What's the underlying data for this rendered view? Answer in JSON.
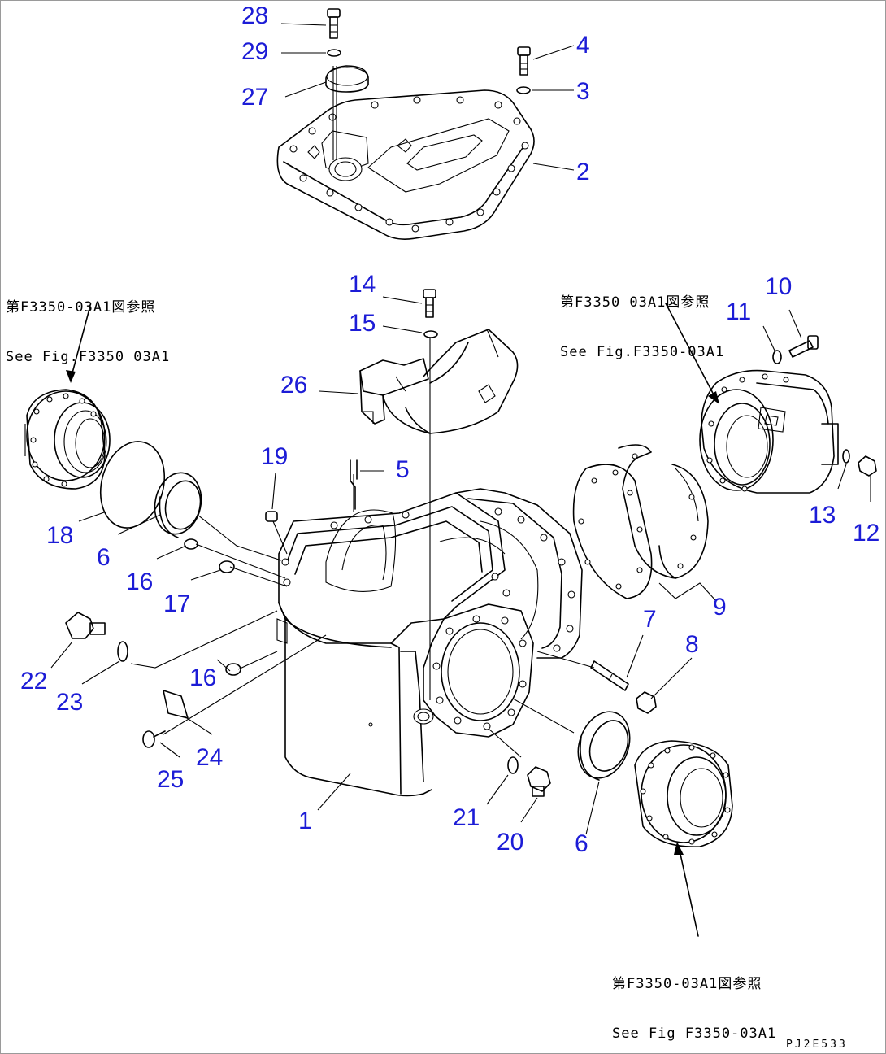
{
  "diagram": {
    "figure_code": "PJ2E533",
    "references": {
      "left": {
        "line1": "第F3350-03A1図参照",
        "line2": "See Fig.F3350 03A1"
      },
      "right_top": {
        "line1": "第F3350 03A1図参照",
        "line2": "See Fig.F3350-03A1"
      },
      "right_bottom": {
        "line1": "第F3350-03A1図参照",
        "line2": "See Fig F3350-03A1"
      }
    },
    "callouts": {
      "n28": "28",
      "n29": "29",
      "n27": "27",
      "n4": "4",
      "n3": "3",
      "n2": "2",
      "n14": "14",
      "n15": "15",
      "n26": "26",
      "n10": "10",
      "n11": "11",
      "n19": "19",
      "n5": "5",
      "n18": "18",
      "n6a": "6",
      "n16a": "16",
      "n17": "17",
      "n13": "13",
      "n12": "12",
      "n9": "9",
      "n7": "7",
      "n8": "8",
      "n22": "22",
      "n23": "23",
      "n16b": "16",
      "n24": "24",
      "n25": "25",
      "n1": "1",
      "n21": "21",
      "n20": "20",
      "n6b": "6"
    },
    "colors": {
      "callout": "#1c1cd6",
      "linework": "#000000"
    }
  }
}
